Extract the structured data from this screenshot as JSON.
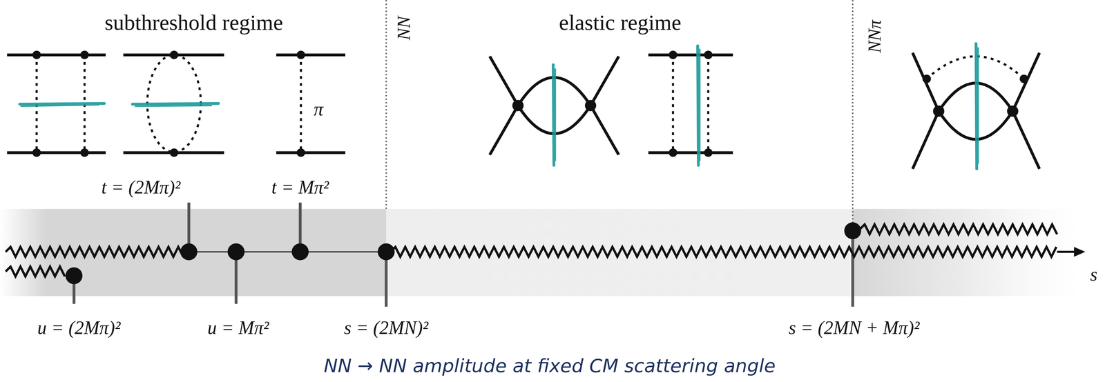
{
  "diagram": {
    "caption": "NN → NN amplitude at fixed CM scattering angle",
    "labels": [
      "subthreshold regime",
      "NN",
      "elastic regime",
      "NNπ",
      "π",
      "t = (2Mπ)²",
      "t = Mπ²",
      "u = (2Mπ)²",
      "u = Mπ²",
      "s = (2MN)²",
      "s = (2MN + Mπ)²",
      "s"
    ]
  }
}
